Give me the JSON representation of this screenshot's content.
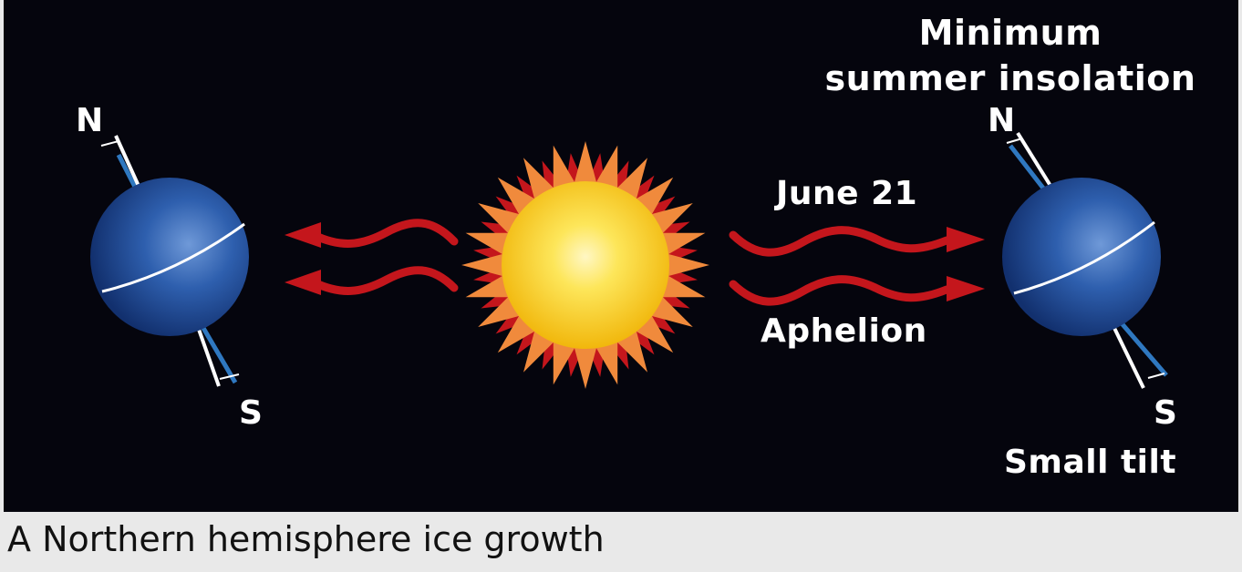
{
  "labels": {
    "title_line_1": "Minimum",
    "title_line_2": "summer insolation",
    "left_north": "N",
    "left_south": "S",
    "right_north": "N",
    "right_south": "S",
    "date": "June 21",
    "orbit_position": "Aphelion",
    "tilt": "Small tilt"
  },
  "caption": "A  Northern hemisphere ice growth",
  "colors": {
    "background": "#05050d",
    "caption_background": "#e9e9e9",
    "sun_core": "#f7d21a",
    "sun_rays": "#f08a3c",
    "arrows": "#c4161c",
    "planet": "#2a5aa8",
    "axis": "#ffffff"
  }
}
